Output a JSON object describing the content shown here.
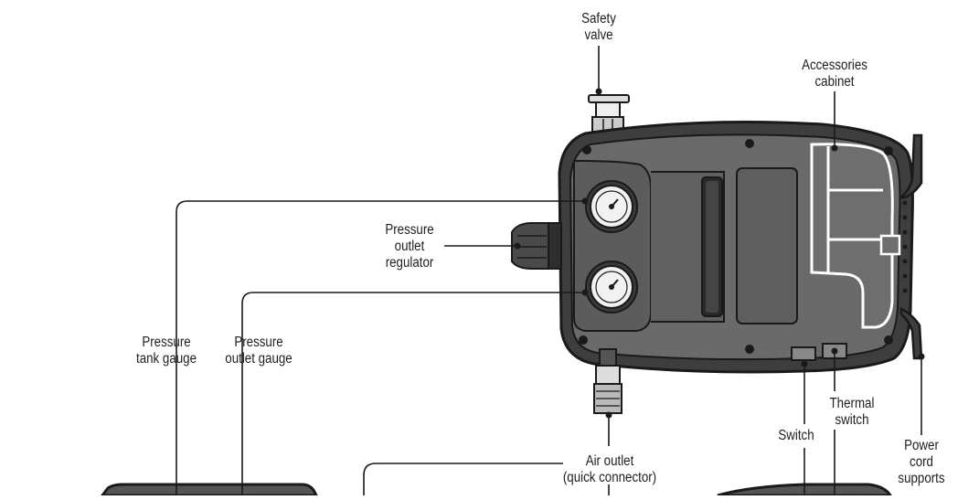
{
  "labels": {
    "safety_valve": [
      "Safety",
      "valve"
    ],
    "accessories_cabinet": [
      "Accessories",
      "cabinet"
    ],
    "pressure_outlet_regulator": [
      "Pressure",
      "outlet",
      "regulator"
    ],
    "pressure_tank_gauge": [
      "Pressure",
      "tank gauge"
    ],
    "pressure_outlet_gauge": [
      "Pressure",
      "outlet gauge"
    ],
    "air_outlet": [
      "Air outlet",
      "(quick connector)"
    ],
    "switch": [
      "Switch"
    ],
    "thermal_switch": [
      "Thermal",
      "switch"
    ],
    "power_cord_supports": [
      "Power",
      "cord",
      "supports"
    ]
  },
  "colors": {
    "body_dark": "#3e3e3e",
    "body_mid": "#686868",
    "panel": "#5a5a5a",
    "line": "#1a1a1a",
    "gauge_face": "#f2f2f2"
  }
}
